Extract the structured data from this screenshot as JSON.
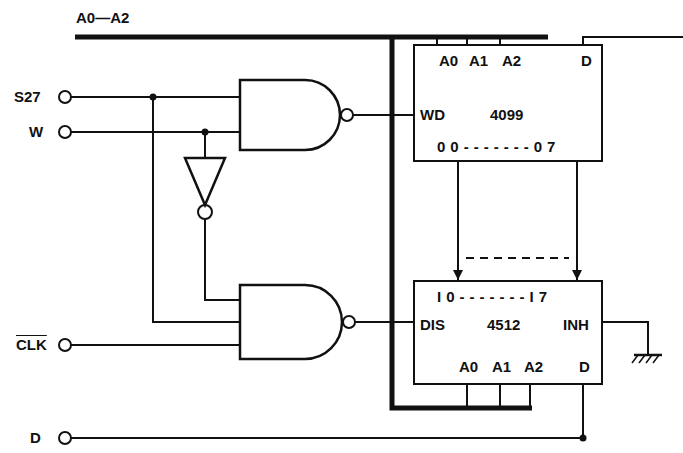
{
  "diagram": {
    "nodes": [
      {
        "text": [
          "A0",
          "A1",
          "A2",
          "D",
          "WD",
          "4099",
          "00-------07"
        ]
      },
      {
        "text": [
          "I0-------I7",
          "DIS",
          "4512",
          "INH",
          "A0",
          "A1",
          "A2",
          "D"
        ]
      }
    ],
    "edges": [
      {
        "from": 0,
        "to": 1,
        "arrow": "to"
      },
      {
        "from": 0,
        "to": 1,
        "arrow": "to"
      }
    ],
    "labels": [
      "A0—A2",
      "S27",
      "W",
      "CLK",
      "D"
    ]
  }
}
